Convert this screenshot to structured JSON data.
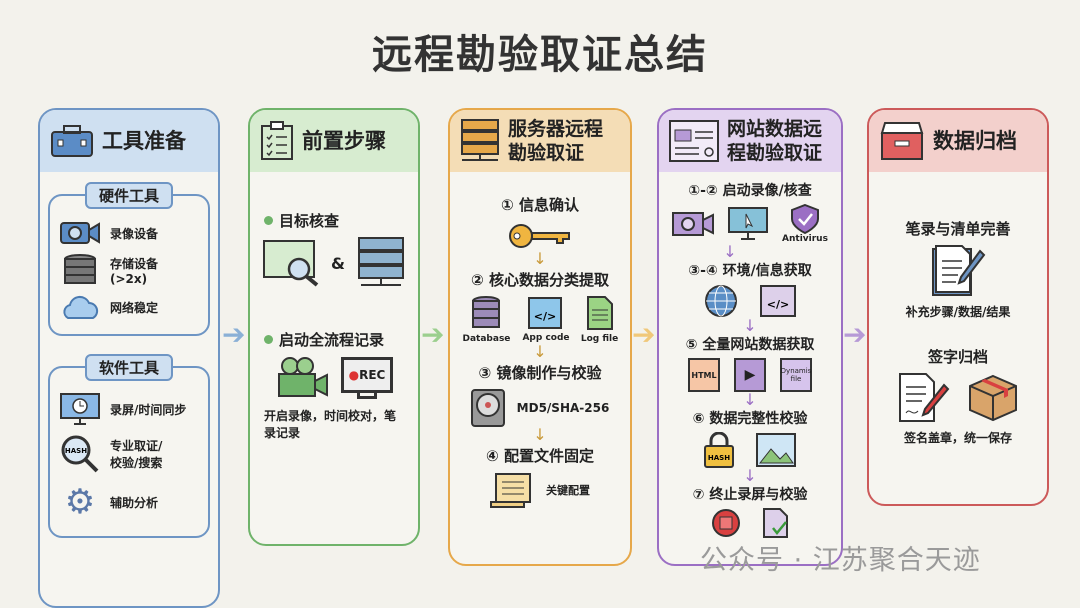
{
  "title": "远程勘验取证总结",
  "colors": {
    "tools": "#6e95c4",
    "pre": "#6fb36a",
    "server": "#e6a84a",
    "web": "#9b6fc4",
    "archive": "#cc5a5a"
  },
  "tools": {
    "title": "工具准备",
    "hardware": {
      "title": "硬件工具",
      "items": [
        "录像设备",
        "存储设备 (>2x)",
        "网络稳定"
      ]
    },
    "software": {
      "title": "软件工具",
      "items": [
        "录屏/时间同步",
        "专业取证/\n校验/搜索",
        "辅助分析"
      ],
      "hash_label": "HASH"
    }
  },
  "pre": {
    "title": "前置步骤",
    "s1": "目标核查",
    "amp": "&",
    "s2": "启动全流程记录",
    "rec": "REC",
    "note": "开启录像，时间校对，笔录记录"
  },
  "server": {
    "title": "服务器远程\n勘验取证",
    "s1": "① 信息确认",
    "s2": "② 核心数据分类提取",
    "files": [
      "Database",
      "App code",
      "Log file"
    ],
    "s3": "③ 镜像制作与校验",
    "hash": "MD5/SHA-256",
    "s4": "④ 配置文件固定",
    "cfg": "关键配置"
  },
  "web": {
    "title": "网站数据远\n程勘验取证",
    "s1": "①-② 启动录像/核查",
    "antivirus": "Antivirus",
    "s2": "③-④ 环境/信息获取",
    "s3": "⑤ 全量网站数据获取",
    "files": [
      "HTML",
      "",
      "Dynamis file"
    ],
    "s4": "⑥ 数据完整性校验",
    "hash": "HASH",
    "s5": "⑦ 终止录屏与校验"
  },
  "archive": {
    "title": "数据归档",
    "s1": "笔录与清单完善",
    "n1": "补充步骤/数据/结果",
    "s2": "签字归档",
    "n2": "签名盖章，统一保存"
  },
  "watermark": "公众号 · 江苏聚合天迹"
}
